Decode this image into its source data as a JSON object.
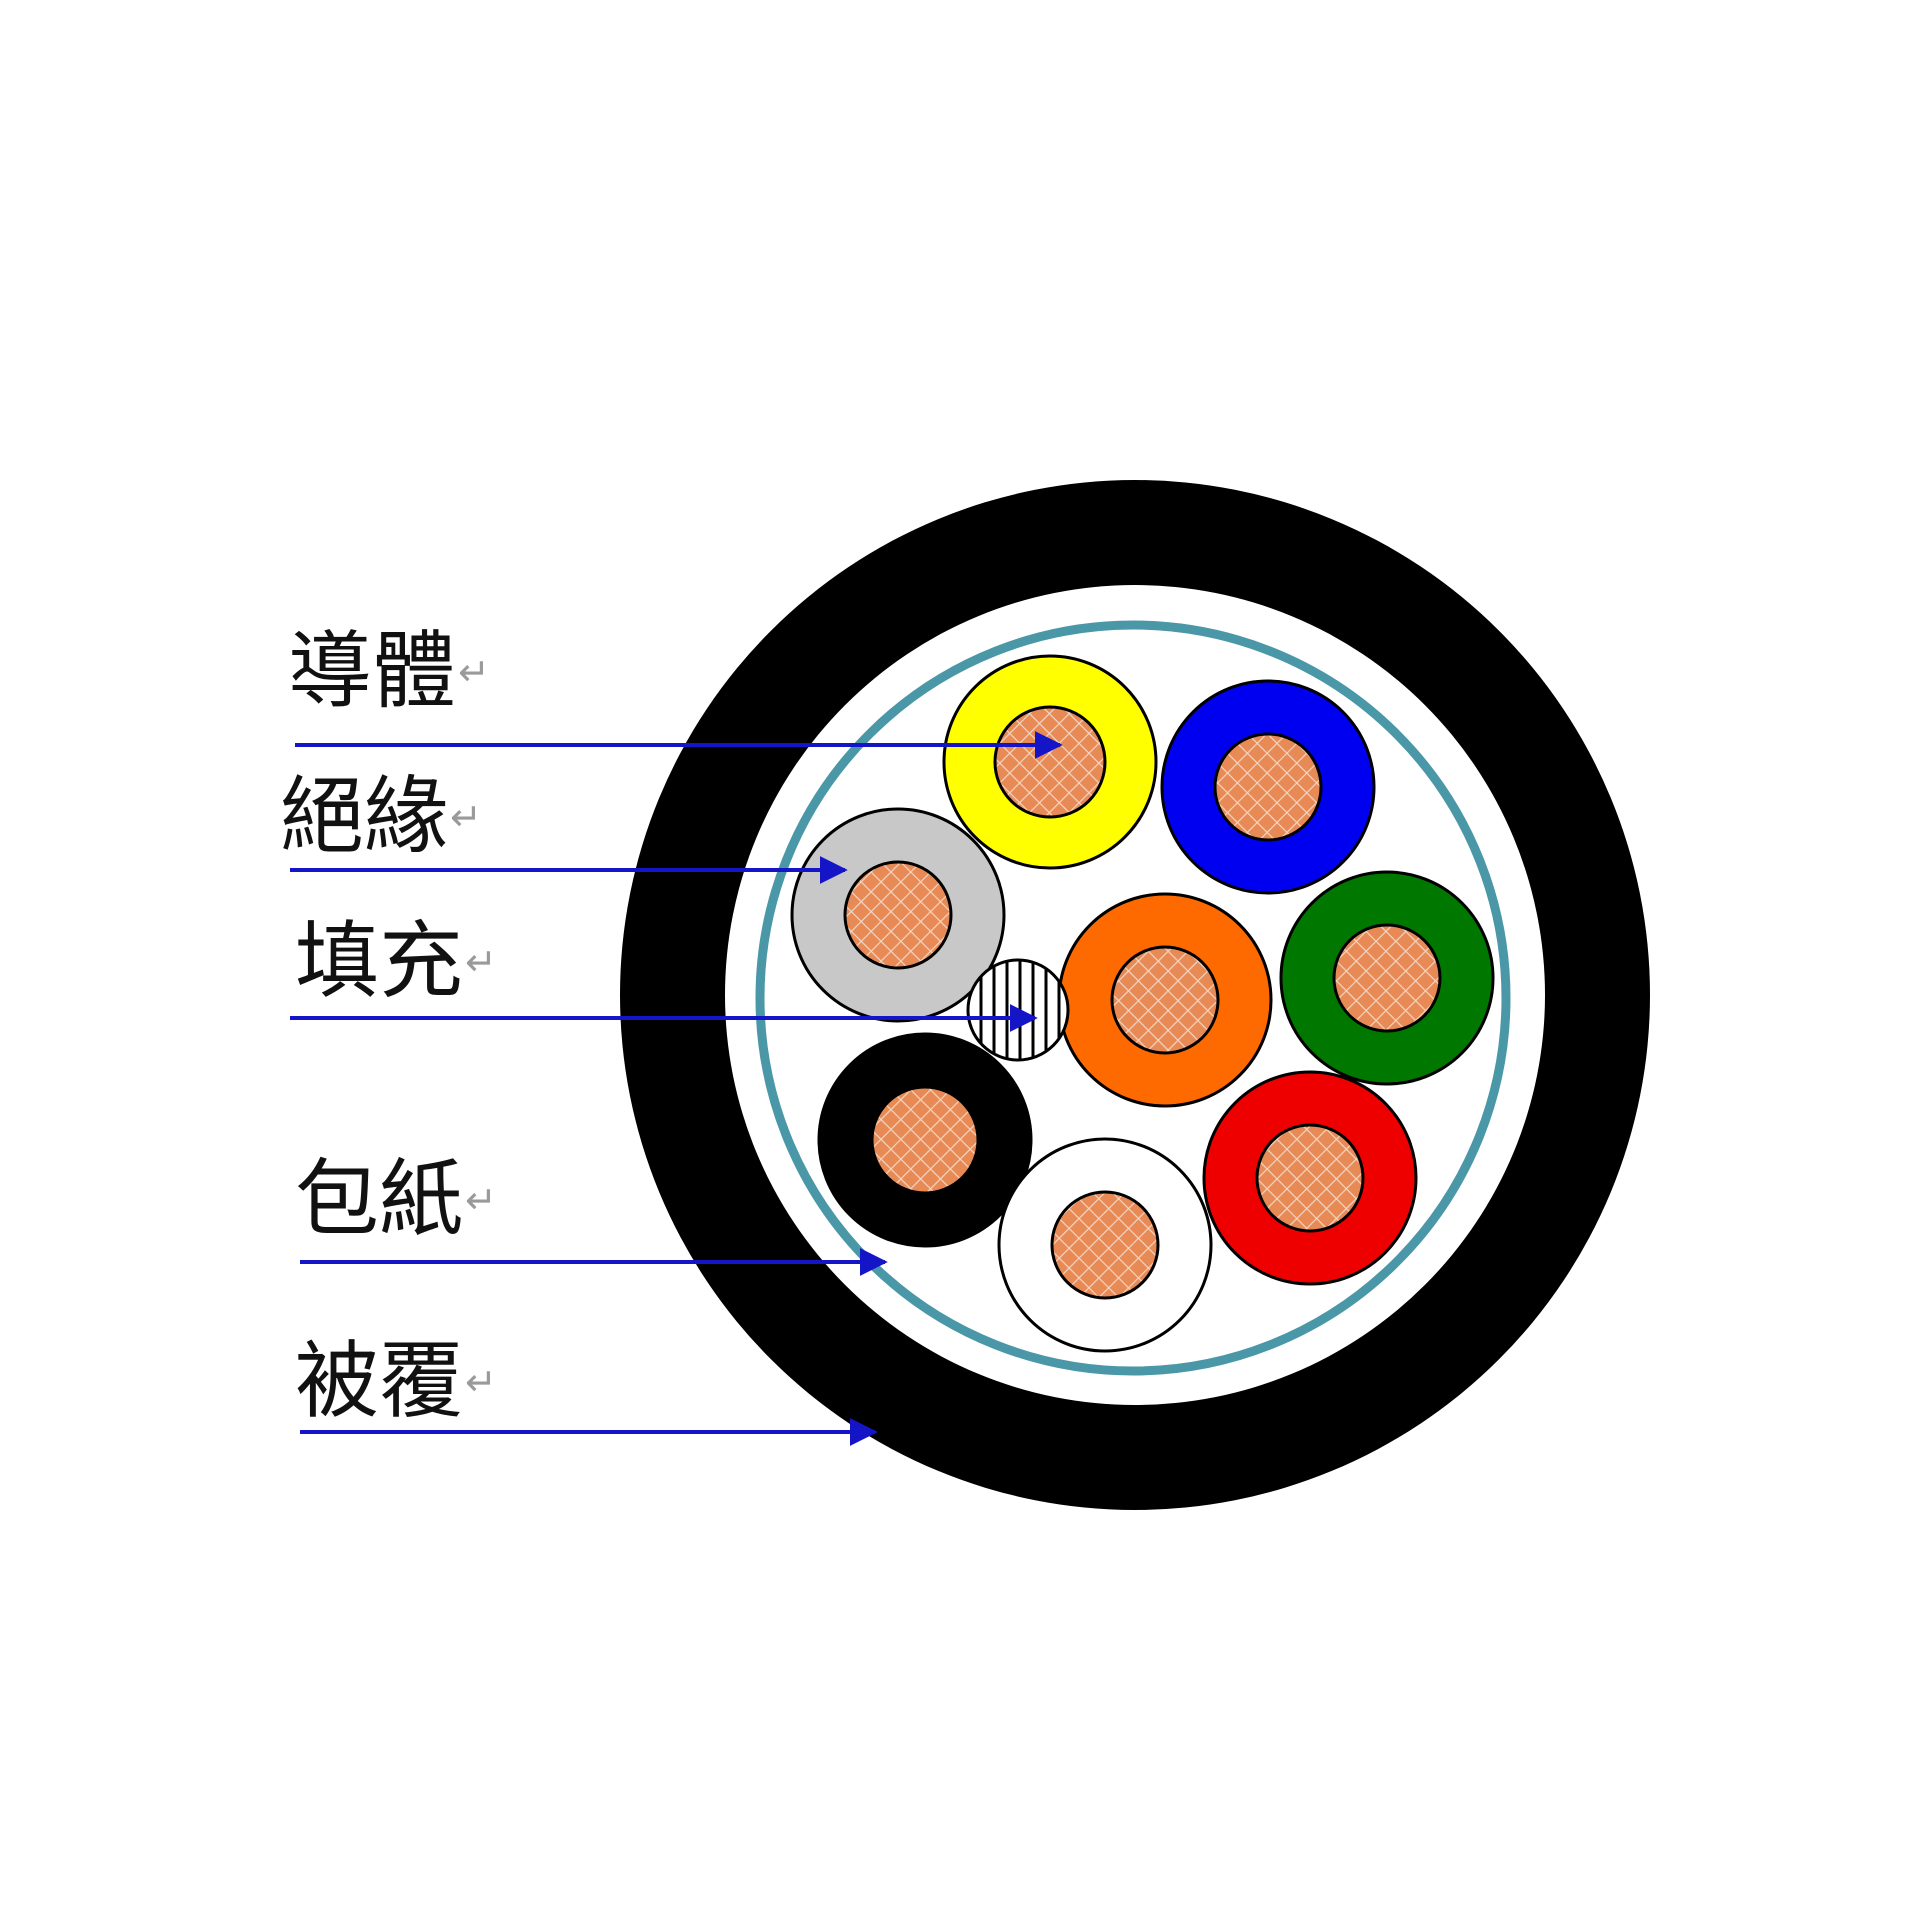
{
  "diagram": {
    "callouts": [
      {
        "id": "conductor",
        "label": "導體",
        "mark": "↵"
      },
      {
        "id": "insulation",
        "label": "絕緣",
        "mark": "↵"
      },
      {
        "id": "filler",
        "label": "填充",
        "mark": "↵"
      },
      {
        "id": "wrapping-paper",
        "label": "包紙",
        "mark": "↵"
      },
      {
        "id": "sheath",
        "label": "被覆",
        "mark": "↵"
      }
    ],
    "colors": {
      "sheath": "#000000",
      "gap": "#ffffff",
      "wrap_ring": "#4a97a8",
      "arrow": "#1515c8",
      "copper": "#e88a55",
      "copper_grid": "#f3d5c2",
      "insulation_colors": [
        "yellow",
        "blue",
        "gray",
        "orange",
        "green",
        "black",
        "white",
        "red"
      ]
    },
    "cores": [
      {
        "color": "#ffff00",
        "name": "yellow"
      },
      {
        "color": "#0000f0",
        "name": "blue"
      },
      {
        "color": "#c8c8c8",
        "name": "gray"
      },
      {
        "color": "#ff6a00",
        "name": "orange"
      },
      {
        "color": "#007800",
        "name": "green"
      },
      {
        "color": "#000000",
        "name": "black"
      },
      {
        "color": "#ffffff",
        "name": "white"
      },
      {
        "color": "#ee0000",
        "name": "red"
      }
    ]
  }
}
